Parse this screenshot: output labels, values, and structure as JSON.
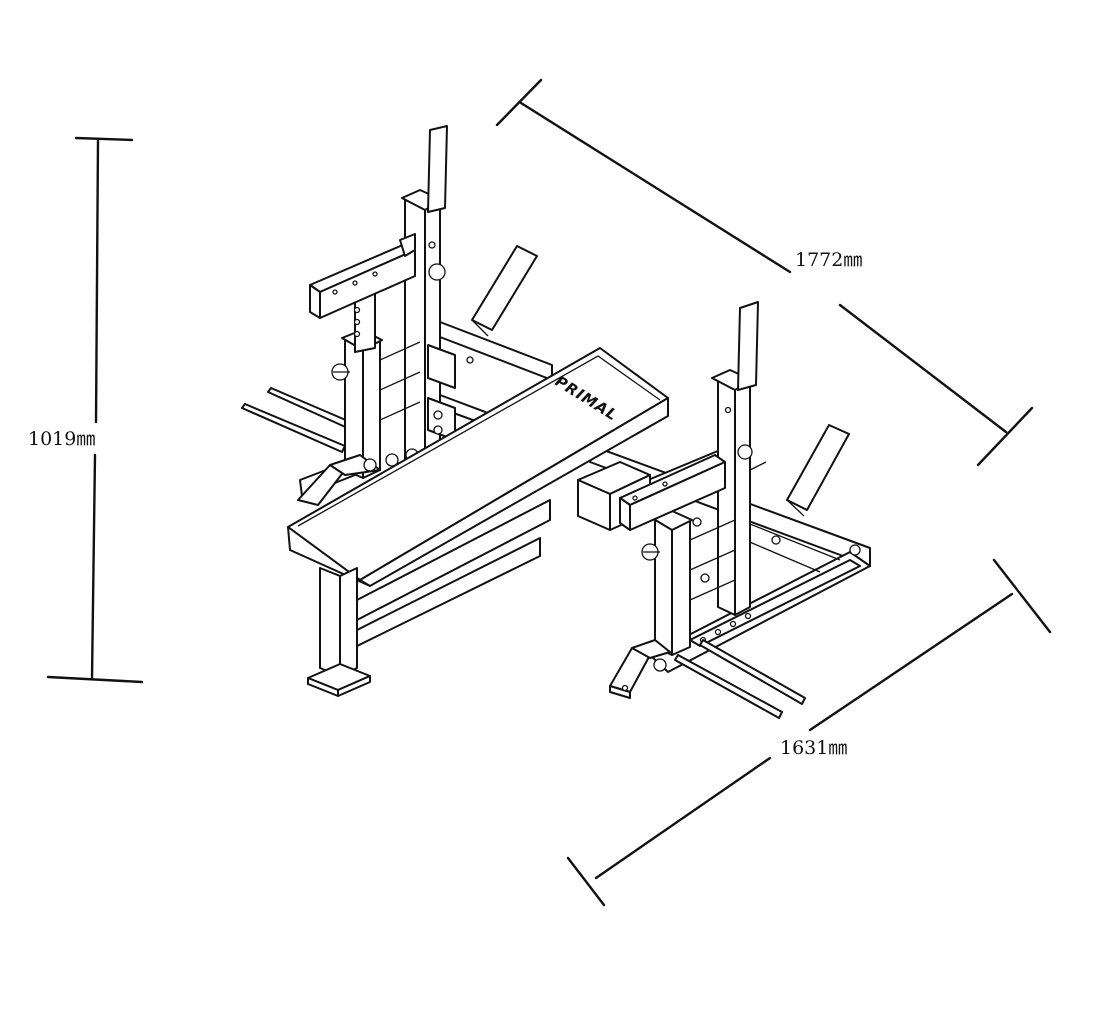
{
  "diagram": {
    "dimensions": {
      "height": "1019㎜",
      "length": "1772㎜",
      "width": "1631㎜"
    },
    "logo": "PRIMAL"
  }
}
